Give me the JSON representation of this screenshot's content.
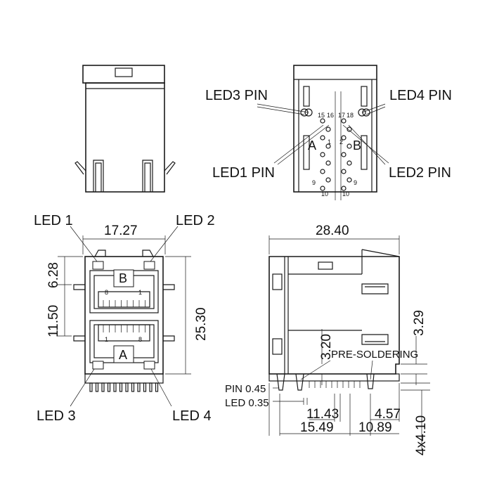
{
  "top_right_view": {
    "led3_pin": "LED3 PIN",
    "led4_pin": "LED4 PIN",
    "led1_pin": "LED1 PIN",
    "led2_pin": "LED2 PIN",
    "port_a": "A",
    "port_b": "B",
    "pin_numbers": [
      "15",
      "16",
      "17",
      "18",
      "1",
      "2",
      "9",
      "10",
      "9",
      "10"
    ]
  },
  "front_view": {
    "led_1": "LED 1",
    "led_2": "LED 2",
    "led_3": "LED 3",
    "led_4": "LED 4",
    "width": "17.27",
    "dim_628": "6.28",
    "dim_1150": "11.50",
    "height": "25.30",
    "port_b": "B",
    "port_a": "A",
    "port_b_pin_left": "8",
    "port_b_pin_right": "1",
    "port_a_pin_left": "1",
    "port_a_pin_right": "8"
  },
  "side_view": {
    "length": "28.40",
    "dim_329": "3.29",
    "dim_320": "3.20",
    "pre_soldering": "PRE-SOLDERING",
    "pin": "PIN 0.45",
    "led": "LED 0.35",
    "dim_1143": "11.43",
    "dim_457": "4.57",
    "dim_1549": "15.49",
    "dim_1089": "10.89",
    "dim_4x410": "4x4.10"
  }
}
